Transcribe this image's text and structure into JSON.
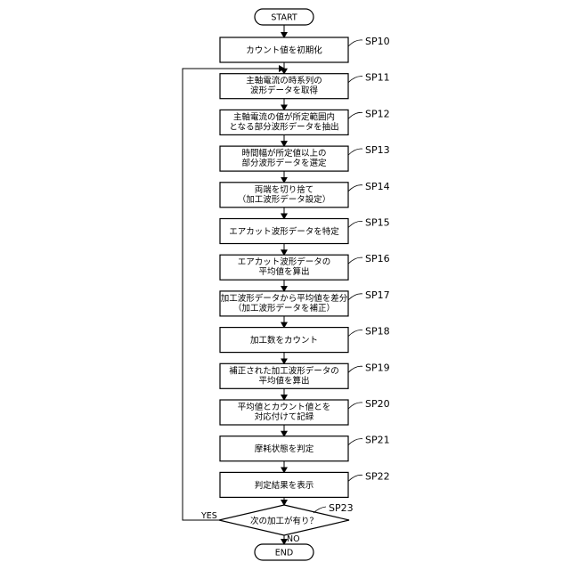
{
  "flowchart": {
    "start_label": "START",
    "end_label": "END",
    "steps": [
      {
        "id": "SP10",
        "lines": [
          "カウント値を初期化"
        ]
      },
      {
        "id": "SP11",
        "lines": [
          "主軸電流の時系列の",
          "波形データを取得"
        ]
      },
      {
        "id": "SP12",
        "lines": [
          "主軸電流の値が所定範囲内",
          "となる部分波形データを抽出"
        ]
      },
      {
        "id": "SP13",
        "lines": [
          "時間幅が所定値以上の",
          "部分波形データを選定"
        ]
      },
      {
        "id": "SP14",
        "lines": [
          "両端を切り捨て",
          "（加工波形データ設定）"
        ]
      },
      {
        "id": "SP15",
        "lines": [
          "エアカット波形データを特定"
        ]
      },
      {
        "id": "SP16",
        "lines": [
          "エアカット波形データの",
          "平均値を算出"
        ]
      },
      {
        "id": "SP17",
        "lines": [
          "加工波形データから平均値を差分",
          "（加工波形データを補正）"
        ]
      },
      {
        "id": "SP18",
        "lines": [
          "加工数をカウント"
        ]
      },
      {
        "id": "SP19",
        "lines": [
          "補正された加工波形データの",
          "平均値を算出"
        ]
      },
      {
        "id": "SP20",
        "lines": [
          "平均値とカウント値とを",
          "対応付けて記録"
        ]
      },
      {
        "id": "SP21",
        "lines": [
          "摩耗状態を判定"
        ]
      },
      {
        "id": "SP22",
        "lines": [
          "判定結果を表示"
        ]
      }
    ],
    "decision": {
      "id": "SP23",
      "text": "次の加工が有り？",
      "yes_label": "YES",
      "no_label": "NO"
    }
  }
}
